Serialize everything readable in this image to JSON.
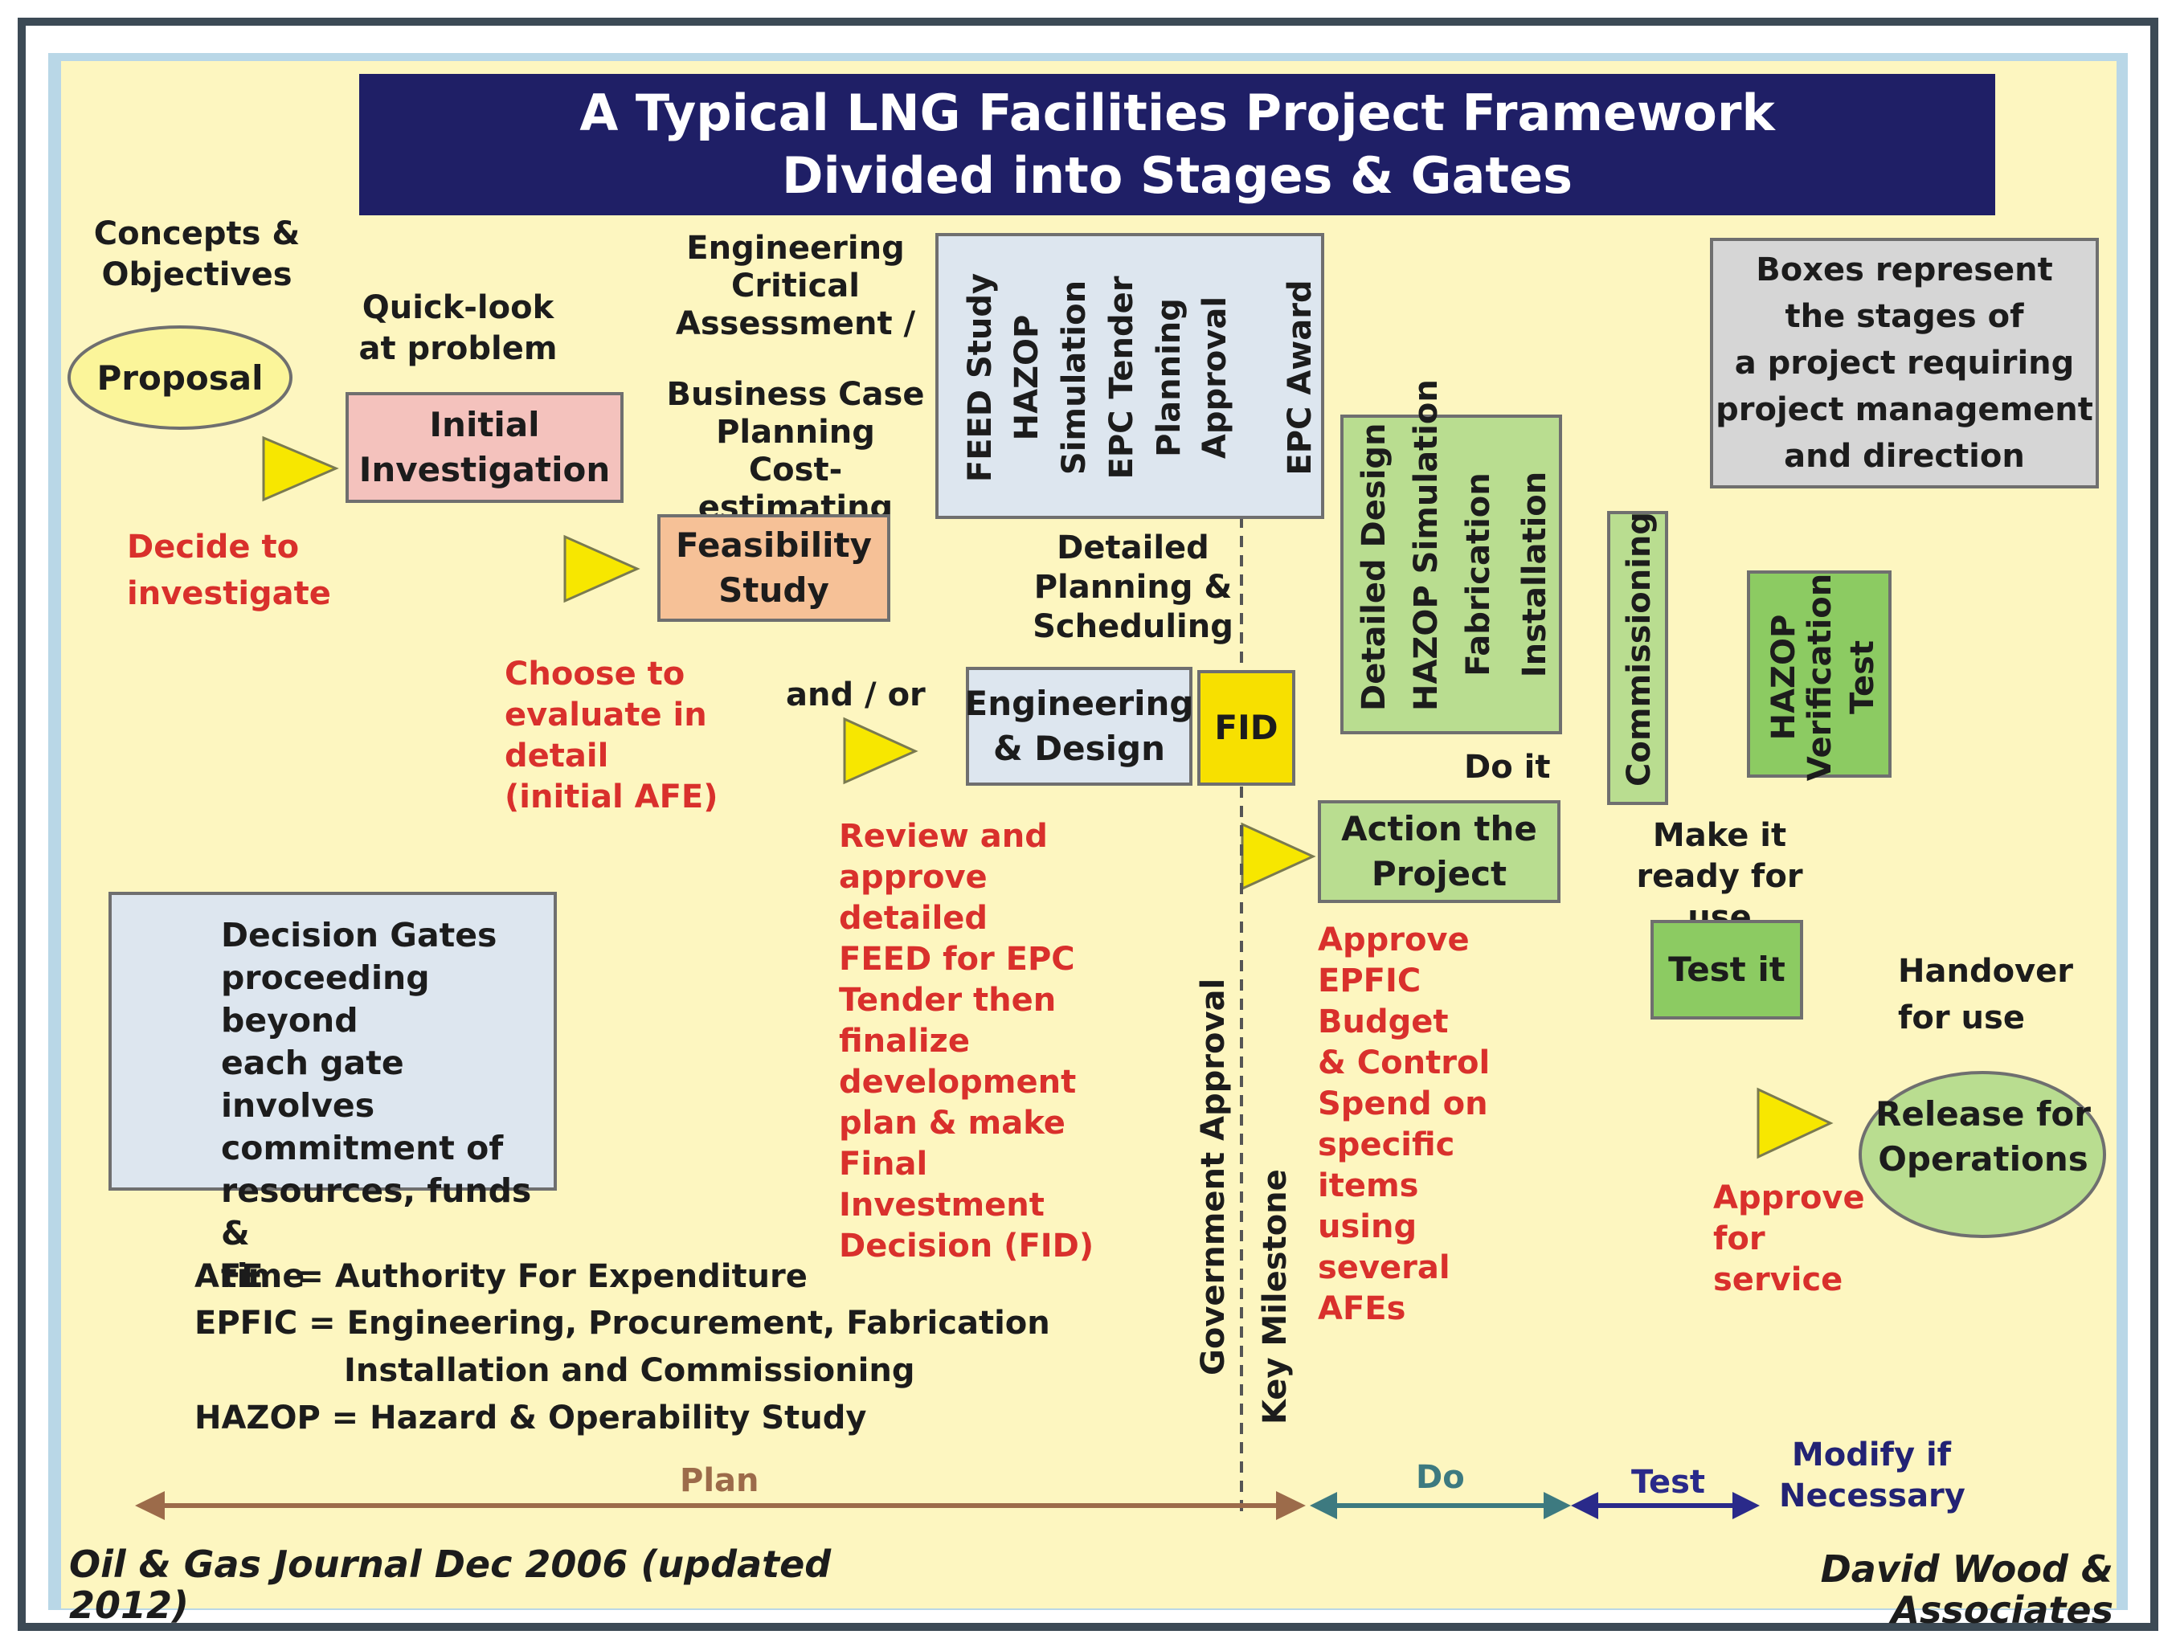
{
  "title": {
    "line1": "A Typical LNG Facilities Project Framework",
    "line2": "Divided into Stages & Gates"
  },
  "colors": {
    "title_bg": "#1f1f66",
    "panel_bg": "#fdf6c0",
    "pink": "#f4c2bd",
    "orange": "#f6c197",
    "lightblue": "#dde6ef",
    "green": "#b9dd90",
    "grey": "#d6d6d6",
    "yellow": "#f7e000",
    "red_text": "#d9302c"
  },
  "labels": {
    "concepts": "Concepts &\nObjectives",
    "quicklook": "Quick-look\nat problem",
    "eng_crit": "Engineering\nCritical\nAssessment /",
    "business": "Business Case\nPlanning\nCost-estimating",
    "detailed_planning": "Detailed\nPlanning &\nScheduling",
    "and_or": "and / or",
    "do_it": "Do it",
    "make_ready": "Make it\nready for use",
    "handover": "Handover\nfor use"
  },
  "red_labels": {
    "decide": "Decide to\ninvestigate",
    "choose": "Choose to\nevaluate in\ndetail\n(initial AFE)",
    "review": "Review and\napprove detailed\nFEED for EPC\nTender then\nfinalize\ndevelopment\nplan & make\nFinal Investment\nDecision (FID)",
    "epfic": "Approve\nEPFIC Budget\n& Control\nSpend on\nspecific items\nusing several\nAFEs",
    "service": "Approve\nfor\nservice"
  },
  "nodes": {
    "proposal": "Proposal",
    "initial": "Initial\nInvestigation",
    "feasibility": "Feasibility\nStudy",
    "engineering": "Engineering\n& Design",
    "fid": "FID",
    "action": "Action the\nProject",
    "test_it": "Test it",
    "release": "Release for\nOperations",
    "legend_box": "Boxes represent\nthe stages of\na project requiring\nproject management\nand direction"
  },
  "feed_box": [
    "FEED Study",
    "HAZOP",
    "Simulation",
    "EPC Tender",
    "Planning",
    "Approval",
    "EPC Award"
  ],
  "design_box": [
    "Detailed Design",
    "HAZOP Simulation",
    "Fabrication",
    "Installation"
  ],
  "commissioning": "Commissioning",
  "hazop_box": [
    "HAZOP",
    "Verification",
    "Test"
  ],
  "milestone": [
    "Government Approval",
    "Key Milestone"
  ],
  "gates_legend": "Decision Gates\nproceeding beyond\neach gate involves\ncommitment of\nresources, funds &\ntime",
  "abbreviations": [
    "AFE   = Authority For Expenditure",
    "EPFIC = Engineering, Procurement, Fabrication",
    "Installation and Commissioning",
    "HAZOP = Hazard & Operability Study"
  ],
  "phases": {
    "plan": "Plan",
    "do": "Do",
    "test": "Test",
    "modify": "Modify if\nNecessary"
  },
  "footer": {
    "left": "Oil & Gas Journal Dec 2006 (updated 2012)",
    "right": "David Wood & Associates"
  }
}
